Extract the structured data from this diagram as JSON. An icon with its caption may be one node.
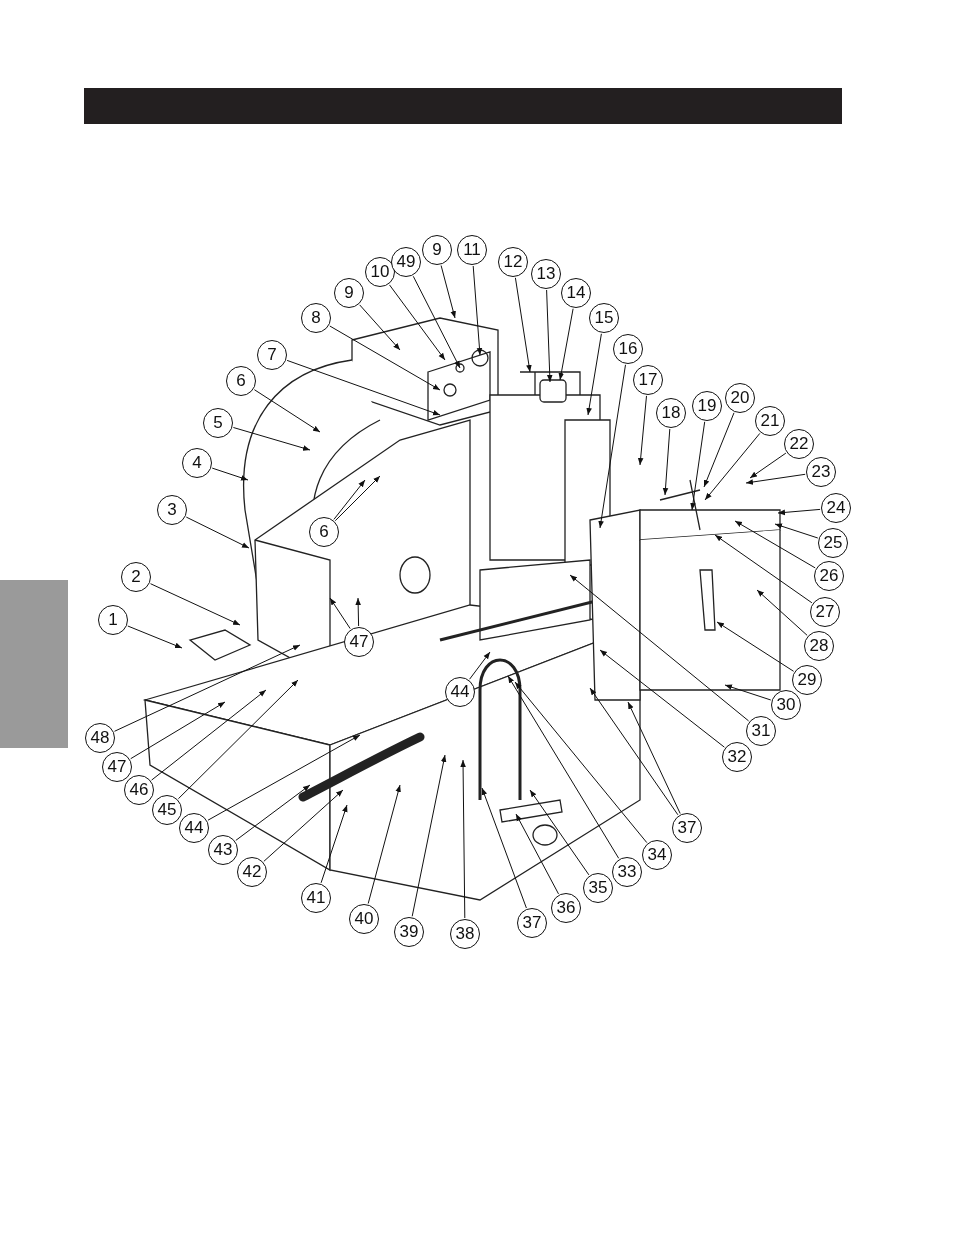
{
  "diagram": {
    "nodes": [
      {
        "text": [
          "1"
        ]
      },
      {
        "text": [
          "2"
        ]
      },
      {
        "text": [
          "3"
        ]
      },
      {
        "text": [
          "4"
        ]
      },
      {
        "text": [
          "5"
        ]
      },
      {
        "text": [
          "6"
        ]
      },
      {
        "text": [
          "6"
        ]
      },
      {
        "text": [
          "7"
        ]
      },
      {
        "text": [
          "8"
        ]
      },
      {
        "text": [
          "9"
        ]
      },
      {
        "text": [
          "9"
        ]
      },
      {
        "text": [
          "10"
        ]
      },
      {
        "text": [
          "11"
        ]
      },
      {
        "text": [
          "12"
        ]
      },
      {
        "text": [
          "13"
        ]
      },
      {
        "text": [
          "14"
        ]
      },
      {
        "text": [
          "15"
        ]
      },
      {
        "text": [
          "16"
        ]
      },
      {
        "text": [
          "17"
        ]
      },
      {
        "text": [
          "18"
        ]
      },
      {
        "text": [
          "19"
        ]
      },
      {
        "text": [
          "20"
        ]
      },
      {
        "text": [
          "21"
        ]
      },
      {
        "text": [
          "22"
        ]
      },
      {
        "text": [
          "23"
        ]
      },
      {
        "text": [
          "24"
        ]
      },
      {
        "text": [
          "25"
        ]
      },
      {
        "text": [
          "26"
        ]
      },
      {
        "text": [
          "27"
        ]
      },
      {
        "text": [
          "28"
        ]
      },
      {
        "text": [
          "29"
        ]
      },
      {
        "text": [
          "30"
        ]
      },
      {
        "text": [
          "31"
        ]
      },
      {
        "text": [
          "32"
        ]
      },
      {
        "text": [
          "33"
        ]
      },
      {
        "text": [
          "34"
        ]
      },
      {
        "text": [
          "35"
        ]
      },
      {
        "text": [
          "36"
        ]
      },
      {
        "text": [
          "37"
        ]
      },
      {
        "text": [
          "37"
        ]
      },
      {
        "text": [
          "38"
        ]
      },
      {
        "text": [
          "39"
        ]
      },
      {
        "text": [
          "40"
        ]
      },
      {
        "text": [
          "41"
        ]
      },
      {
        "text": [
          "42"
        ]
      },
      {
        "text": [
          "43"
        ]
      },
      {
        "text": [
          "44"
        ]
      },
      {
        "text": [
          "44"
        ]
      },
      {
        "text": [
          "45"
        ]
      },
      {
        "text": [
          "46"
        ]
      },
      {
        "text": [
          "47"
        ]
      },
      {
        "text": [
          "47"
        ]
      },
      {
        "text": [
          "48"
        ]
      },
      {
        "text": [
          "49"
        ]
      },
      {
        "text": [],
        "shape": "bar"
      }
    ],
    "edges": [
      {
        "from": 0,
        "to": null,
        "arrow": "to"
      },
      {
        "from": 1,
        "to": null,
        "arrow": "to"
      },
      {
        "from": 2,
        "to": null,
        "arrow": "to"
      },
      {
        "from": 3,
        "to": null,
        "arrow": "to"
      },
      {
        "from": 4,
        "to": null,
        "arrow": "to"
      },
      {
        "from": 5,
        "to": null,
        "arrow": "to"
      },
      {
        "from": 6,
        "to": null,
        "arrow": "to"
      },
      {
        "from": 6,
        "to": null,
        "arrow": "to"
      },
      {
        "from": 7,
        "to": null,
        "arrow": "to"
      },
      {
        "from": 8,
        "to": null,
        "arrow": "to"
      },
      {
        "from": 9,
        "to": null,
        "arrow": "to"
      },
      {
        "from": 10,
        "to": null,
        "arrow": "to"
      },
      {
        "from": 11,
        "to": null,
        "arrow": "to"
      },
      {
        "from": 12,
        "to": null,
        "arrow": "to"
      },
      {
        "from": 13,
        "to": null,
        "arrow": "to"
      },
      {
        "from": 14,
        "to": null,
        "arrow": "to"
      },
      {
        "from": 15,
        "to": null,
        "arrow": "to"
      },
      {
        "from": 16,
        "to": null,
        "arrow": "to"
      },
      {
        "from": 17,
        "to": null,
        "arrow": "to"
      },
      {
        "from": 18,
        "to": null,
        "arrow": "to"
      },
      {
        "from": 19,
        "to": null,
        "arrow": "to"
      },
      {
        "from": 20,
        "to": null,
        "arrow": "to"
      },
      {
        "from": 21,
        "to": null,
        "arrow": "to"
      },
      {
        "from": 22,
        "to": null,
        "arrow": "to"
      },
      {
        "from": 23,
        "to": null,
        "arrow": "to"
      },
      {
        "from": 24,
        "to": null,
        "arrow": "to"
      },
      {
        "from": 25,
        "to": null,
        "arrow": "to"
      },
      {
        "from": 26,
        "to": null,
        "arrow": "to"
      },
      {
        "from": 27,
        "to": null,
        "arrow": "to"
      },
      {
        "from": 28,
        "to": null,
        "arrow": "to"
      },
      {
        "from": 29,
        "to": null,
        "arrow": "to"
      },
      {
        "from": 30,
        "to": null,
        "arrow": "to"
      },
      {
        "from": 31,
        "to": null,
        "arrow": "to"
      },
      {
        "from": 32,
        "to": null,
        "arrow": "to"
      },
      {
        "from": 33,
        "to": null,
        "arrow": "to"
      },
      {
        "from": 34,
        "to": null,
        "arrow": "to"
      },
      {
        "from": 35,
        "to": null,
        "arrow": "to"
      },
      {
        "from": 36,
        "to": null,
        "arrow": "to"
      },
      {
        "from": 37,
        "to": null,
        "arrow": "to"
      },
      {
        "from": 38,
        "to": null,
        "arrow": "to"
      },
      {
        "from": 38,
        "to": null,
        "arrow": "to"
      },
      {
        "from": 39,
        "to": null,
        "arrow": "to"
      },
      {
        "from": 40,
        "to": null,
        "arrow": "to"
      },
      {
        "from": 41,
        "to": null,
        "arrow": "to"
      },
      {
        "from": 42,
        "to": null,
        "arrow": "to"
      },
      {
        "from": 43,
        "to": null,
        "arrow": "to"
      },
      {
        "from": 44,
        "to": null,
        "arrow": "to"
      },
      {
        "from": 45,
        "to": null,
        "arrow": "to"
      },
      {
        "from": 46,
        "to": null,
        "arrow": "to"
      },
      {
        "from": 47,
        "to": null,
        "arrow": "to"
      },
      {
        "from": 48,
        "to": null,
        "arrow": "to"
      },
      {
        "from": 49,
        "to": null,
        "arrow": "to"
      },
      {
        "from": 50,
        "to": null,
        "arrow": "to"
      },
      {
        "from": 50,
        "to": null,
        "arrow": "to"
      },
      {
        "from": 51,
        "to": null,
        "arrow": "to"
      },
      {
        "from": 52,
        "to": null,
        "arrow": "to"
      },
      {
        "from": 53,
        "to": null,
        "arrow": "to"
      }
    ]
  }
}
